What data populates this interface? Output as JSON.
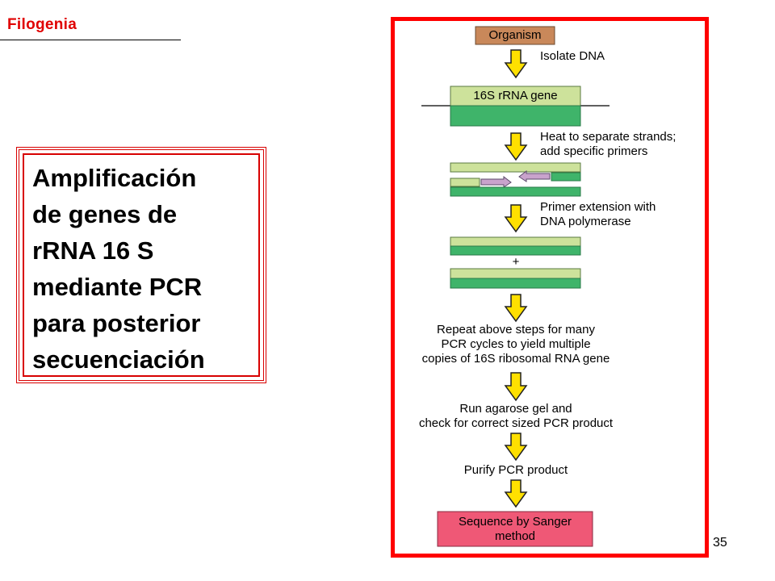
{
  "header": {
    "title": "Filogenia"
  },
  "title_box": {
    "lines": [
      "Amplificación",
      "de genes de",
      "rRNA 16 S",
      "mediante PCR",
      "para posterior",
      "secuenciación"
    ]
  },
  "page_number": "35",
  "diagram": {
    "organism_label": "Organism",
    "gene_label": "16S rRNA gene",
    "plus_sign": "+",
    "steps": {
      "isolate": [
        "Isolate DNA"
      ],
      "heat": [
        "Heat to separate strands;",
        "add specific primers"
      ],
      "extension": [
        "Primer extension with",
        "DNA polymerase"
      ],
      "repeat": [
        "Repeat above steps for many",
        "PCR cycles to yield multiple",
        "copies of 16S ribosomal RNA gene"
      ],
      "gel": [
        "Run agarose gel and",
        "check for correct sized PCR product"
      ],
      "purify": [
        "Purify PCR product"
      ]
    },
    "final_box": [
      "Sequence by Sanger",
      "method"
    ],
    "colors": {
      "frame": "#ff0000",
      "organism_box": "#c9885a",
      "light_green": "#cde29b",
      "dark_green": "#3fb46a",
      "primer": "#c9a3cc",
      "arrow_fill": "#ffe000",
      "final_box": "#ef5876"
    }
  }
}
